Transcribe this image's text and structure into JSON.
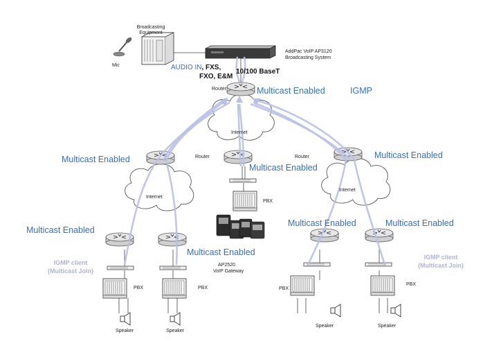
{
  "labels": {
    "broadcasting_equipment_1": "Broadcasting",
    "broadcasting_equipment_2": "Equipment",
    "mic": "Mic",
    "addpac_1": "AddPac VoIP AP3120",
    "addpac_2": "Broadcasting System",
    "audio_in": "AUDIO IN",
    "fxs_suffix": ", FXS,",
    "fxo_em": "FXO, E&M",
    "baset": "10/100 BaseT",
    "router": "Router",
    "multicast_enabled": "Multicast Enabled",
    "igmp": "IGMP",
    "internet": "Internet",
    "pbx": "PBX",
    "speaker": "Speaker",
    "gateway_1": "AP2520",
    "gateway_2": "VoIP Gateway",
    "igmp_client_1": "IGMP client",
    "igmp_client_2": "(Multicast Join)"
  },
  "colors": {
    "accent_blue": "#2f6fd6",
    "flow_lavender": "#b9bfe8",
    "igmp_client_gray": "#aeb3dc"
  },
  "icons": [
    "microphone-icon",
    "broadcasting-equipment-icon",
    "voip-device-icon",
    "router-icon",
    "cloud-icon",
    "pbx-icon",
    "speaker-icon",
    "phone-icon"
  ]
}
